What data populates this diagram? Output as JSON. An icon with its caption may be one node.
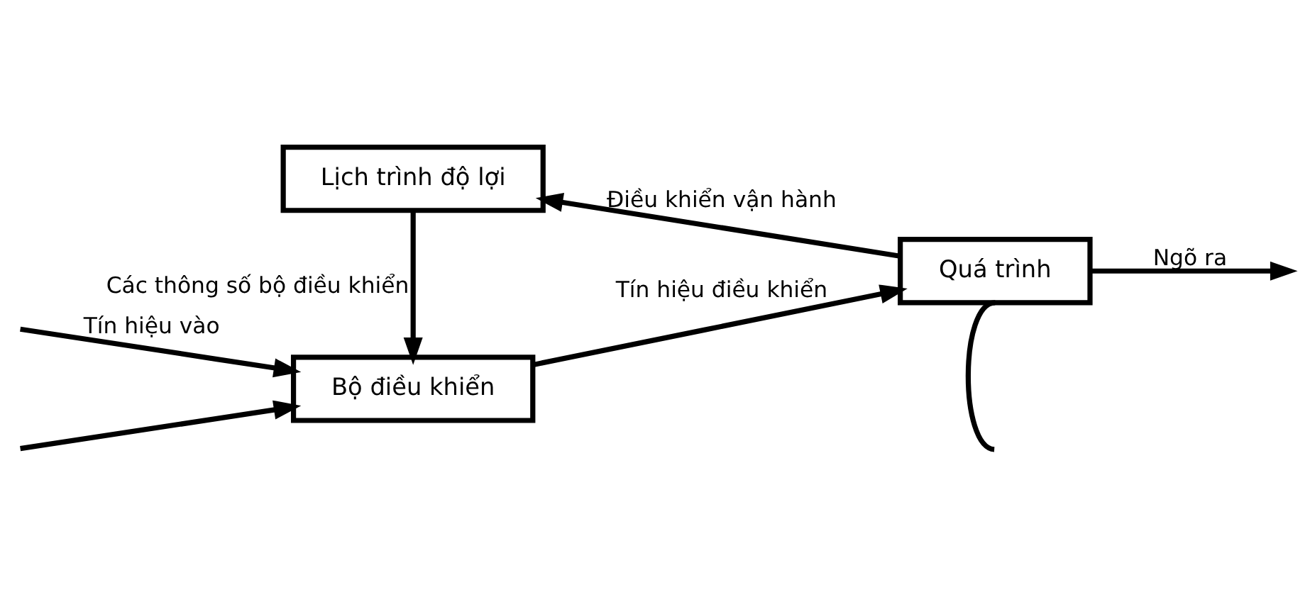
{
  "diagram": {
    "nodes": [
      {
        "text": [
          "Lịch trình độ lợi"
        ]
      },
      {
        "text": [
          "Bộ điều khiển"
        ]
      },
      {
        "text": [
          "Quá trình"
        ]
      }
    ],
    "edges": [
      {
        "from": 0,
        "to": 1,
        "arrow": "to",
        "label": "Các thông số bộ điều khiển"
      },
      {
        "from": null,
        "to": 1,
        "arrow": "to",
        "label": "Tín hiệu vào"
      },
      {
        "from": null,
        "to": 1,
        "arrow": "to"
      },
      {
        "from": 1,
        "to": 2,
        "arrow": "to",
        "label": "Tín hiệu điều khiển"
      },
      {
        "from": 2,
        "to": 0,
        "arrow": "to",
        "label": "Điều khiển vận hành"
      },
      {
        "from": 2,
        "to": null,
        "arrow": "to",
        "label": "Ngõ ra"
      },
      {
        "from": 2,
        "to": null,
        "arrow": "none"
      }
    ]
  }
}
